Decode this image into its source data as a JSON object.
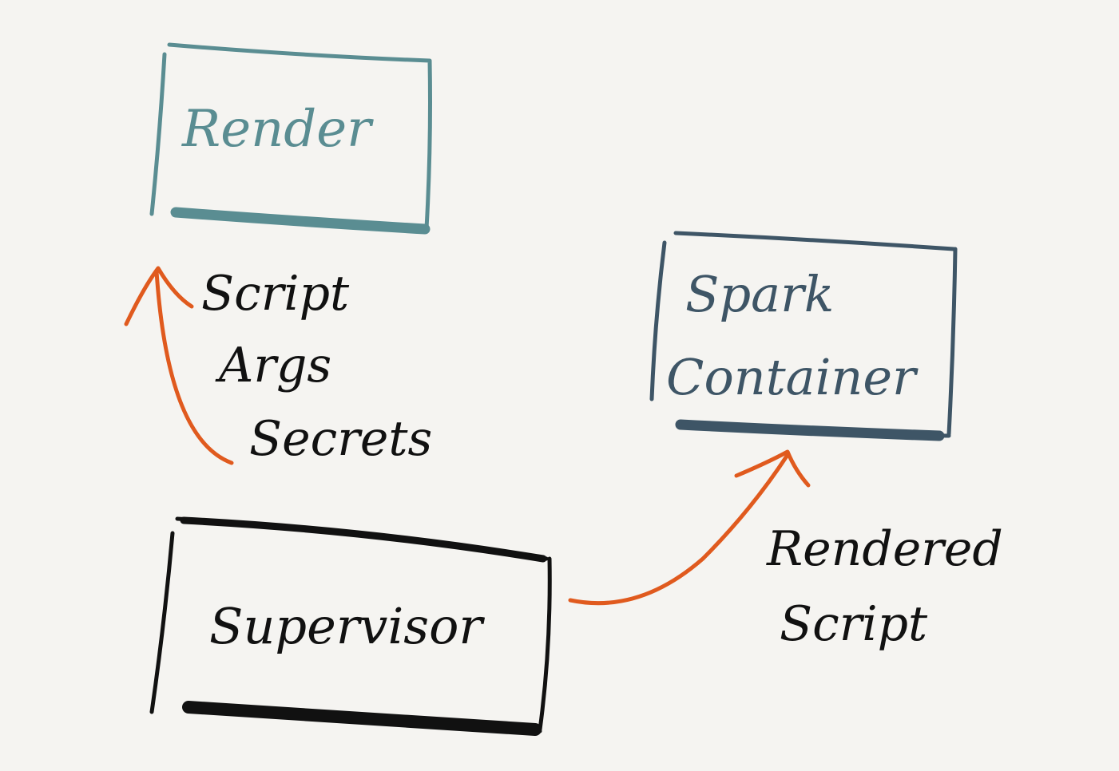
{
  "colors": {
    "background": "#f5f4f1",
    "render_box": "#5a8d92",
    "spark_box": "#3e5566",
    "supervisor_box": "#111111",
    "arrow": "#e05a1e"
  },
  "nodes": {
    "render": {
      "label": "Render"
    },
    "spark": {
      "line1": "Spark",
      "line2": "Container"
    },
    "supervisor": {
      "label": "Supervisor"
    }
  },
  "edges": {
    "supervisor_to_render": {
      "line1": "Script",
      "line2": "Args",
      "line3": "Secrets"
    },
    "supervisor_to_spark": {
      "line1": "Rendered",
      "line2": "Script"
    }
  }
}
